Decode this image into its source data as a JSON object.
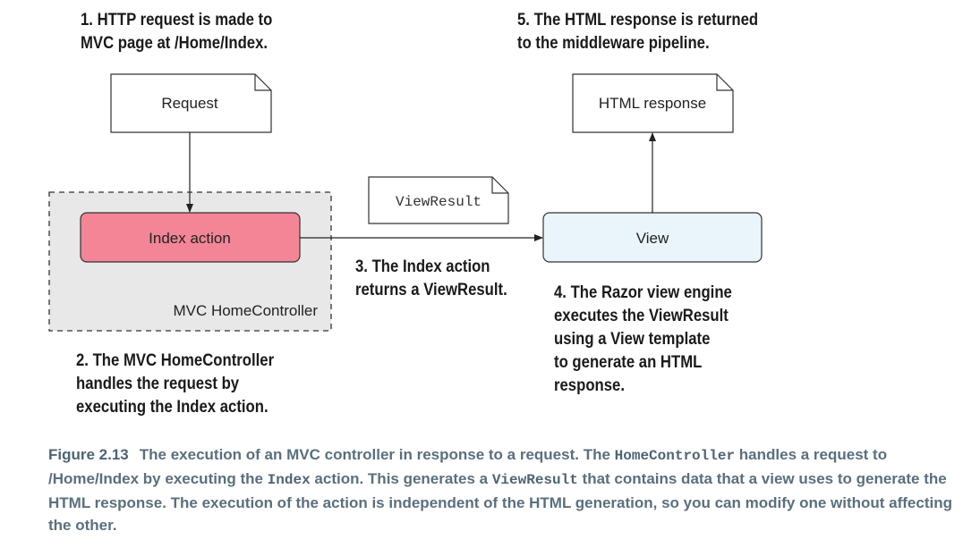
{
  "nodes": {
    "request": "Request",
    "html_response": "HTML response",
    "index_action": "Index action",
    "view": "View",
    "controller": "MVC HomeController",
    "view_result": "ViewResult"
  },
  "steps": {
    "step1": [
      "1. HTTP request is made to",
      "MVC page at /Home/Index."
    ],
    "step2": [
      "2. The MVC HomeController",
      "handles the request by",
      "executing the Index action."
    ],
    "step3": [
      "3. The Index action",
      "returns a ViewResult."
    ],
    "step4": [
      "4. The Razor view engine",
      "executes the ViewResult",
      "using a View template",
      "to generate an HTML",
      "response."
    ],
    "step5": [
      "5. The HTML response is returned",
      "to the middleware pipeline."
    ]
  },
  "caption": {
    "figure_label": "Figure 2.13",
    "text_1": "The execution of an MVC controller in response to a request. The ",
    "code_1": "HomeController",
    "text_2": " handles a request to /Home/Index by executing the ",
    "code_2": "Index",
    "text_3": " action. This generates a ",
    "code_3": "ViewResult",
    "text_4": " that contains data that a view uses to generate the HTML response. The execution of the action is independent of the HTML generation, so you can modify one without affecting the other."
  },
  "colors": {
    "index_action_fill": "#f48597",
    "view_fill": "#eaf4fb",
    "controller_fill": "#e8e8e8"
  }
}
